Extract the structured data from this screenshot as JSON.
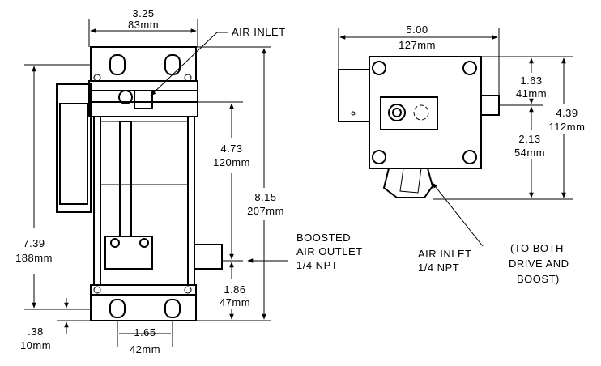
{
  "left_view": {
    "width_in": "3.25",
    "width_mm": "83mm",
    "air_inlet": "AIR INLET",
    "upper_in": "4.73",
    "upper_mm": "120mm",
    "overall_in": "8.15",
    "overall_mm": "207mm",
    "body_in": "7.39",
    "body_mm": "188mm",
    "lower_in": "1.86",
    "lower_mm": "47mm",
    "base_in": ".38",
    "base_mm": "10mm",
    "hole_in": "1.65",
    "hole_mm": "42mm",
    "outlet_line1": "BOOSTED",
    "outlet_line2": "AIR OUTLET",
    "outlet_line3": "1/4 NPT"
  },
  "right_view": {
    "width_in": "5.00",
    "width_mm": "127mm",
    "top_in": "1.63",
    "top_mm": "41mm",
    "total_in": "4.39",
    "total_mm": "112mm",
    "bottom_in": "2.13",
    "bottom_mm": "54mm",
    "inlet_line1": "AIR INLET",
    "inlet_line2": "1/4 NPT",
    "note_line1": "(TO BOTH",
    "note_line2": "DRIVE AND",
    "note_line3": "BOOST)"
  }
}
